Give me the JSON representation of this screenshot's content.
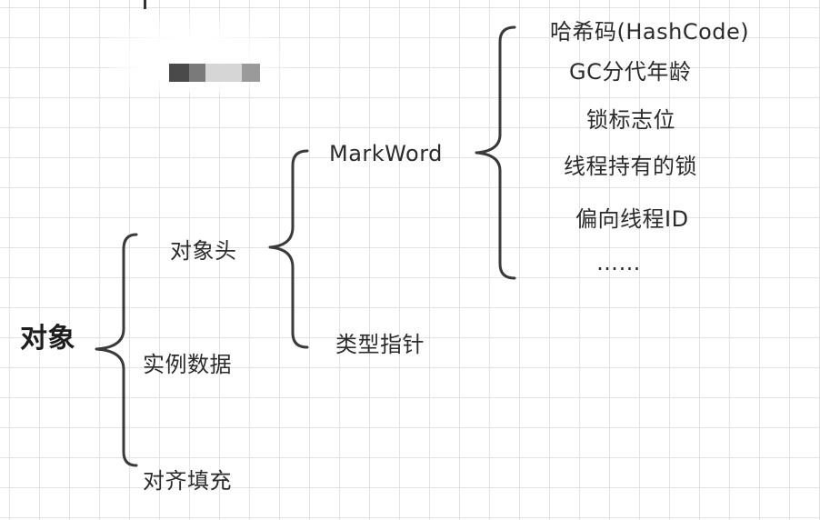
{
  "diagram": {
    "root": "对象",
    "components": [
      "对象头",
      "实例数据",
      "对齐填充"
    ],
    "header_parts": [
      "MarkWord",
      "类型指针"
    ],
    "markword_fields": [
      "哈希码(HashCode)",
      "GC分代年龄",
      "锁标志位",
      "线程持有的锁",
      "偏向线程ID",
      "……"
    ]
  },
  "colors": {
    "grid": "#e3e3e3",
    "brace": "#3a3a3a",
    "text": "#2b2b2b",
    "background": "#ffffff"
  }
}
